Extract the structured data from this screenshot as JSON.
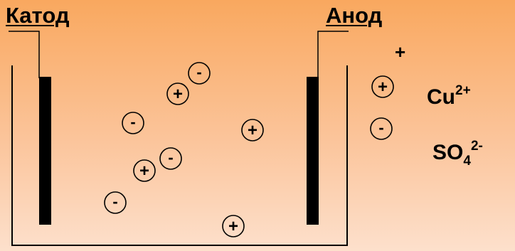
{
  "labels": {
    "cathode": "Катод",
    "anode": "Анод",
    "anode_sign": "+"
  },
  "legend": {
    "cation": {
      "symbol": "+",
      "formula": "Cu",
      "charge": "2+"
    },
    "anion": {
      "symbol": "-",
      "formula": "SO",
      "subscript": "4",
      "charge": "2-"
    }
  },
  "ion_symbols": {
    "positive": "+",
    "negative": "-"
  },
  "colors": {
    "background_top": "#f9a85f",
    "background_bottom": "#fde0cc",
    "ink": "#000000",
    "electrode": "#000000"
  }
}
